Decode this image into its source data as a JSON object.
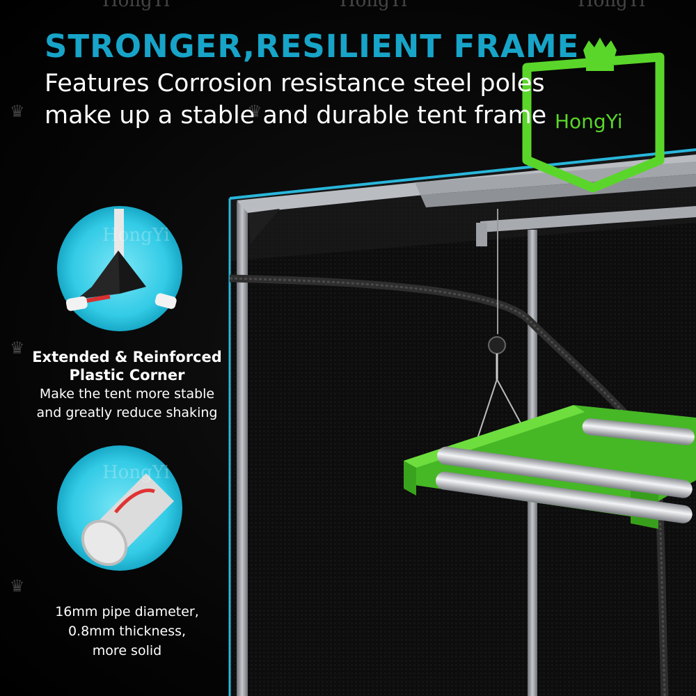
{
  "header": {
    "title": "STRONGER,RESILIENT FRAME",
    "subtitle_line1": "Features Corrosion resistance steel poles",
    "subtitle_line2": "make up a stable and durable tent frame"
  },
  "features": [
    {
      "title_line1": "Extended & Reinforced",
      "title_line2": "Plastic Corner",
      "desc_line1": "Make the tent more stable",
      "desc_line2": "and greatly reduce shaking"
    },
    {
      "desc_line1": "16mm pipe diameter,",
      "desc_line2": "0.8mm thickness,",
      "desc_line3": "more solid"
    }
  ],
  "brand": {
    "logo_text": "HongYi",
    "watermark": "HongYi"
  },
  "colors": {
    "accent": "#17a4c8",
    "brand_green": "#5ad62a",
    "circle": "#3fd2ea"
  }
}
